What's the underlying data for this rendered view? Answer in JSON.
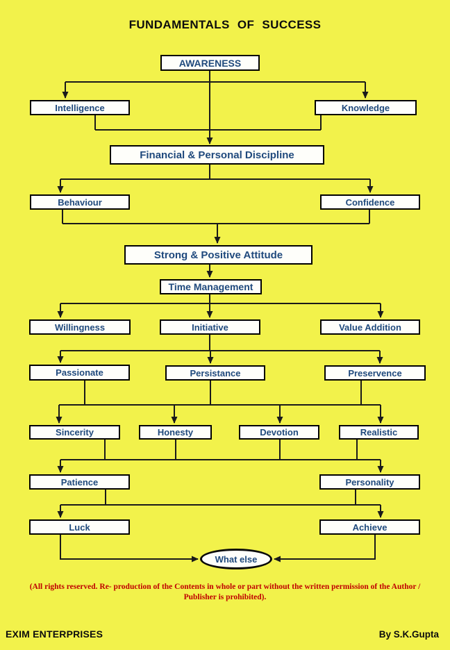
{
  "title": "FUNDAMENTALS OF SUCCESS",
  "nodes": {
    "awareness": {
      "label": "AWARENESS"
    },
    "intelligence": {
      "label": "Intelligence"
    },
    "knowledge": {
      "label": "Knowledge"
    },
    "financial_discipline": {
      "label": "Financial & Personal Discipline"
    },
    "behaviour": {
      "label": "Behaviour"
    },
    "confidence": {
      "label": "Confidence"
    },
    "strong_positive_attitude": {
      "label": "Strong & Positive Attitude"
    },
    "time_management": {
      "label": "Time Management"
    },
    "willingness": {
      "label": "Willingness"
    },
    "initiative": {
      "label": "Initiative"
    },
    "value_addition": {
      "label": "Value Addition"
    },
    "passionate": {
      "label": "Passionate"
    },
    "persistance": {
      "label": "Persistance"
    },
    "preservence": {
      "label": "Preservence"
    },
    "sincerity": {
      "label": "Sincerity"
    },
    "honesty": {
      "label": "Honesty"
    },
    "devotion": {
      "label": "Devotion"
    },
    "realistic": {
      "label": "Realistic"
    },
    "patience": {
      "label": "Patience"
    },
    "personality": {
      "label": "Personality"
    },
    "luck": {
      "label": "Luck"
    },
    "achieve": {
      "label": "Achieve"
    },
    "what_else": {
      "label": "What else"
    }
  },
  "edges": [
    {
      "from": [
        "awareness"
      ],
      "to": [
        "intelligence",
        "knowledge",
        "financial_discipline"
      ]
    },
    {
      "from": [
        "intelligence",
        "knowledge"
      ],
      "to": [
        "financial_discipline"
      ]
    },
    {
      "from": [
        "financial_discipline"
      ],
      "to": [
        "behaviour",
        "confidence"
      ]
    },
    {
      "from": [
        "behaviour",
        "confidence"
      ],
      "to": [
        "strong_positive_attitude"
      ]
    },
    {
      "from": [
        "strong_positive_attitude"
      ],
      "to": [
        "time_management"
      ]
    },
    {
      "from": [
        "time_management"
      ],
      "to": [
        "willingness",
        "initiative",
        "value_addition"
      ]
    },
    {
      "from": [
        "initiative"
      ],
      "to": [
        "passionate",
        "persistance",
        "preservence"
      ]
    },
    {
      "from": [
        "passionate",
        "persistance",
        "preservence"
      ],
      "to": [
        "sincerity",
        "honesty",
        "devotion",
        "realistic"
      ]
    },
    {
      "from": [
        "sincerity",
        "honesty",
        "devotion",
        "realistic"
      ],
      "to": [
        "patience",
        "personality"
      ]
    },
    {
      "from": [
        "patience",
        "personality"
      ],
      "to": [
        "luck",
        "achieve"
      ]
    },
    {
      "from": [
        "luck",
        "achieve"
      ],
      "to": [
        "what_else"
      ]
    }
  ],
  "copyright": {
    "line1": "(All rights reserved. Re- production of the Contents in whole or part without the written permission of the Author /",
    "line2": "Publisher is prohibited)."
  },
  "footer": {
    "left": "EXIM ENTERPRISES",
    "right": "By S.K.Gupta"
  },
  "colors": {
    "background": "#F2F24B",
    "box_fill": "#FEFEFA",
    "box_border": "#000000",
    "box_text": "#1F497D",
    "line": "#1A1A1A",
    "copyright_text": "#C00000",
    "title_text": "#0D0D0D"
  }
}
